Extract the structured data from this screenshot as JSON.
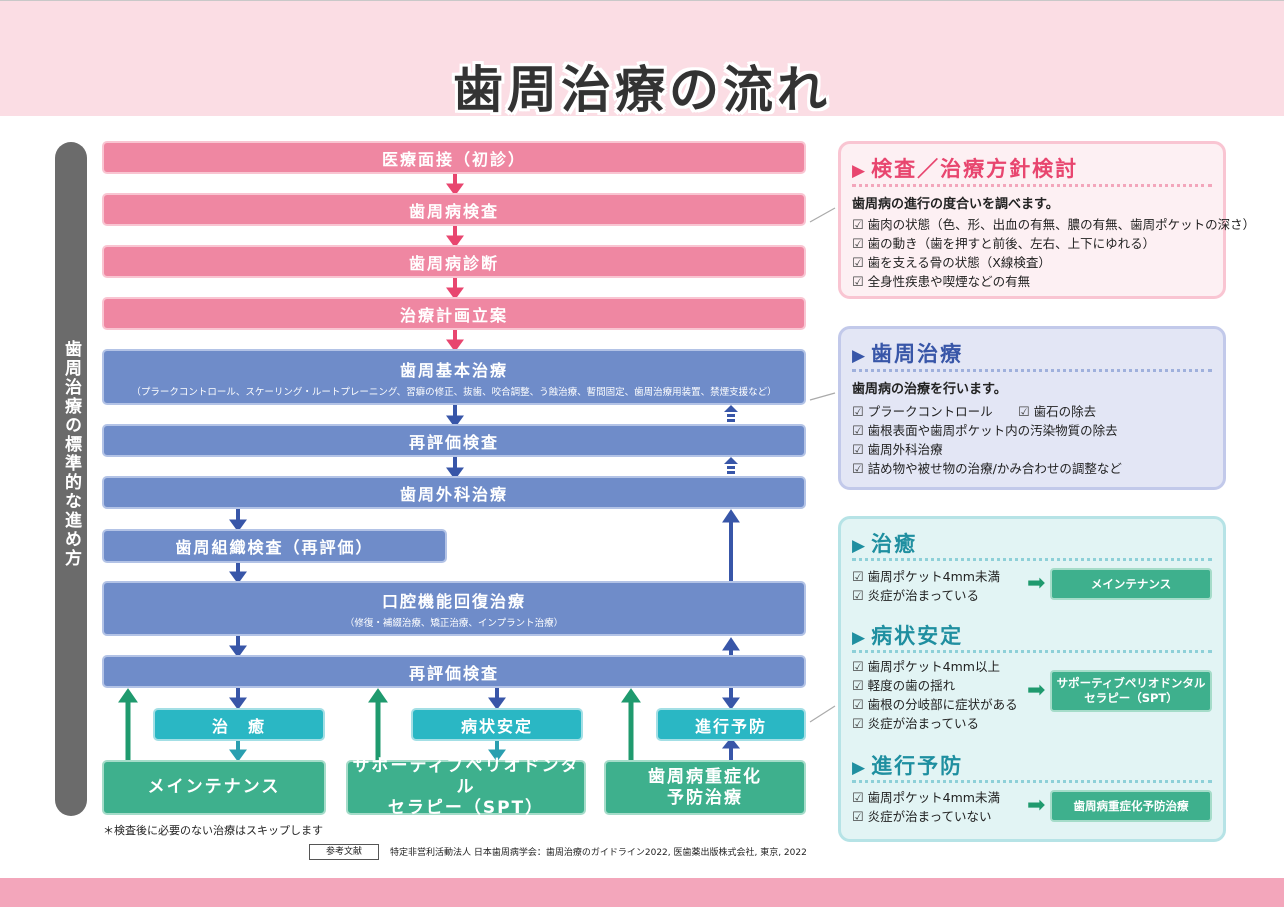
{
  "title": "歯周治療の流れ",
  "side_label": "歯周治療の標準的な進め方",
  "flow": {
    "step1": "医療面接（初診）",
    "step2": "歯周病検査",
    "step3": "歯周病診断",
    "step4": "治療計画立案",
    "step5": "歯周基本治療",
    "step5_sub": "（プラークコントロール、スケーリング・ルートプレーニング、習癖の修正、抜歯、咬合調整、う蝕治療、暫間固定、歯周治療用装置、禁煙支援など）",
    "step6": "再評価検査",
    "step7": "歯周外科治療",
    "step8": "歯周組織検査（再評価）",
    "step9": "口腔機能回復治療",
    "step9_sub": "（修復・補綴治療、矯正治療、インプラント治療）",
    "step10": "再評価検査",
    "out1": "治　癒",
    "out2": "病状安定",
    "out3": "進行予防",
    "res1": "メインテナンス",
    "res2_l1": "サポーティブペリオドンタル",
    "res2_l2": "セラピー（SPT）",
    "res3_l1": "歯周病重症化",
    "res3_l2": "予防治療"
  },
  "panel_exam": {
    "heading": "検査／治療方針検討",
    "intro": "歯周病の進行の度合いを調べます。",
    "items": [
      "歯肉の状態（色、形、出血の有無、膿の有無、歯周ポケットの深さ）",
      "歯の動き（歯を押すと前後、左右、上下にゆれる）",
      "歯を支える骨の状態（X線検査）",
      "全身性疾患や喫煙などの有無"
    ]
  },
  "panel_treat": {
    "heading": "歯周治療",
    "intro": "歯周病の治療を行います。",
    "item1a": "プラークコントロール",
    "item1b": "歯石の除去",
    "items": [
      "歯根表面や歯周ポケット内の汚染物質の除去",
      "歯周外科治療",
      "詰め物や被せ物の治療/かみ合わせの調整など"
    ]
  },
  "panel_outcome": {
    "heal_heading": "治癒",
    "heal_items": [
      "歯周ポケット4mm未満",
      "炎症が治まっている"
    ],
    "heal_result": "メインテナンス",
    "stable_heading": "病状安定",
    "stable_items": [
      "歯周ポケット4mm以上",
      "軽度の歯の揺れ",
      "歯根の分岐部に症状がある",
      "炎症が治まっている"
    ],
    "stable_result_l1": "サポーティブペリオドンタル",
    "stable_result_l2": "セラピー（SPT）",
    "prev_heading": "進行予防",
    "prev_items": [
      "歯周ポケット4mm未満",
      "炎症が治まっていない"
    ],
    "prev_result": "歯周病重症化予防治療"
  },
  "footnote": "＊検査後に必要のない治療はスキップします",
  "ref_label": "参考文献",
  "ref_text": "特定非営利活動法人 日本歯周病学会：歯周治療のガイドライン2022, 医歯薬出版株式会社, 東京, 2022",
  "colors": {
    "pink": "#ef87a2",
    "blue": "#6f8cc9",
    "teal": "#2ab7c4",
    "green": "#3eb08d",
    "dark_blue_arrow": "#3856a8",
    "pink_arrow": "#e8466f",
    "green_arrow": "#1f9a6e"
  }
}
